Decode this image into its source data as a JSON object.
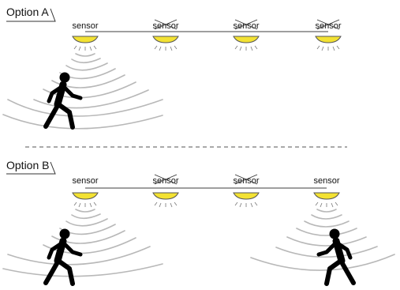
{
  "option_a": {
    "label": "Option A",
    "sensors": [
      {
        "label": "sensor",
        "crossed": false
      },
      {
        "label": "sensor",
        "crossed": true
      },
      {
        "label": "sensor",
        "crossed": true
      },
      {
        "label": "sensor",
        "crossed": true
      }
    ]
  },
  "option_b": {
    "label": "Option B",
    "sensors": [
      {
        "label": "sensor",
        "crossed": false
      },
      {
        "label": "sensor",
        "crossed": true
      },
      {
        "label": "sensor",
        "crossed": true
      },
      {
        "label": "sensor",
        "crossed": false
      }
    ]
  },
  "colors": {
    "lamp_fill": "#f3e233",
    "lamp_stroke": "#555555",
    "line": "#666666",
    "wave": "#bbbbbb",
    "person": "#000000",
    "divider": "#555555"
  },
  "icons": {
    "sensor": "ceiling-sensor-lamp-icon",
    "person": "walking-person-icon"
  }
}
